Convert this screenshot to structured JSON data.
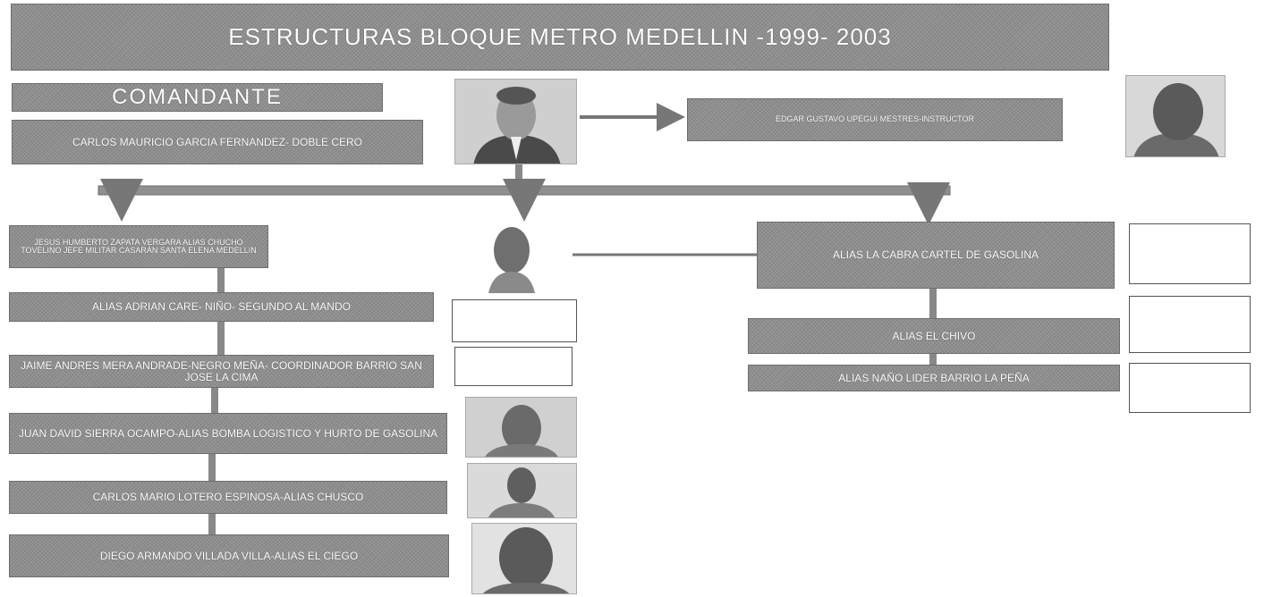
{
  "title": "ESTRUCTURAS BLOQUE METRO MEDELLIN -1999- 2003",
  "commander": {
    "heading": "COMANDANTE",
    "name": "CARLOS MAURICIO GARCIA FERNANDEZ- DOBLE CERO"
  },
  "instructor": "EDGAR GUSTAVO UPEGUI MESTRES-INSTRUCTOR",
  "left_chain": [
    "JESUS HUMBERTO ZAPATA VERGARA ALIAS CHUCHO TOVELINO JEFE MILITAR CASARÁN SANTA ELENA MEDELLIN",
    "ALIAS ADRIAN CARE- NIÑO- SEGUNDO AL MANDO",
    "JAIME ANDRES MERA ANDRADE-NEGRO MEÑA- COORDINADOR BARRIO SAN JOSE LA CIMA",
    "JUAN DAVID SIERRA OCAMPO-ALIAS BOMBA LOGISTICO Y HURTO DE GASOLINA",
    "CARLOS MARIO LOTERO ESPINOSA-ALIAS CHUSCO",
    "DIEGO ARMANDO VILLADA VILLA-ALIAS EL CIEGO"
  ],
  "right_chain": [
    "ALIAS LA CABRA CARTEL DE GASOLINA",
    "ALIAS EL CHIVO",
    "ALIAS NAÑO LIDER BARRIO LA PEÑA"
  ]
}
